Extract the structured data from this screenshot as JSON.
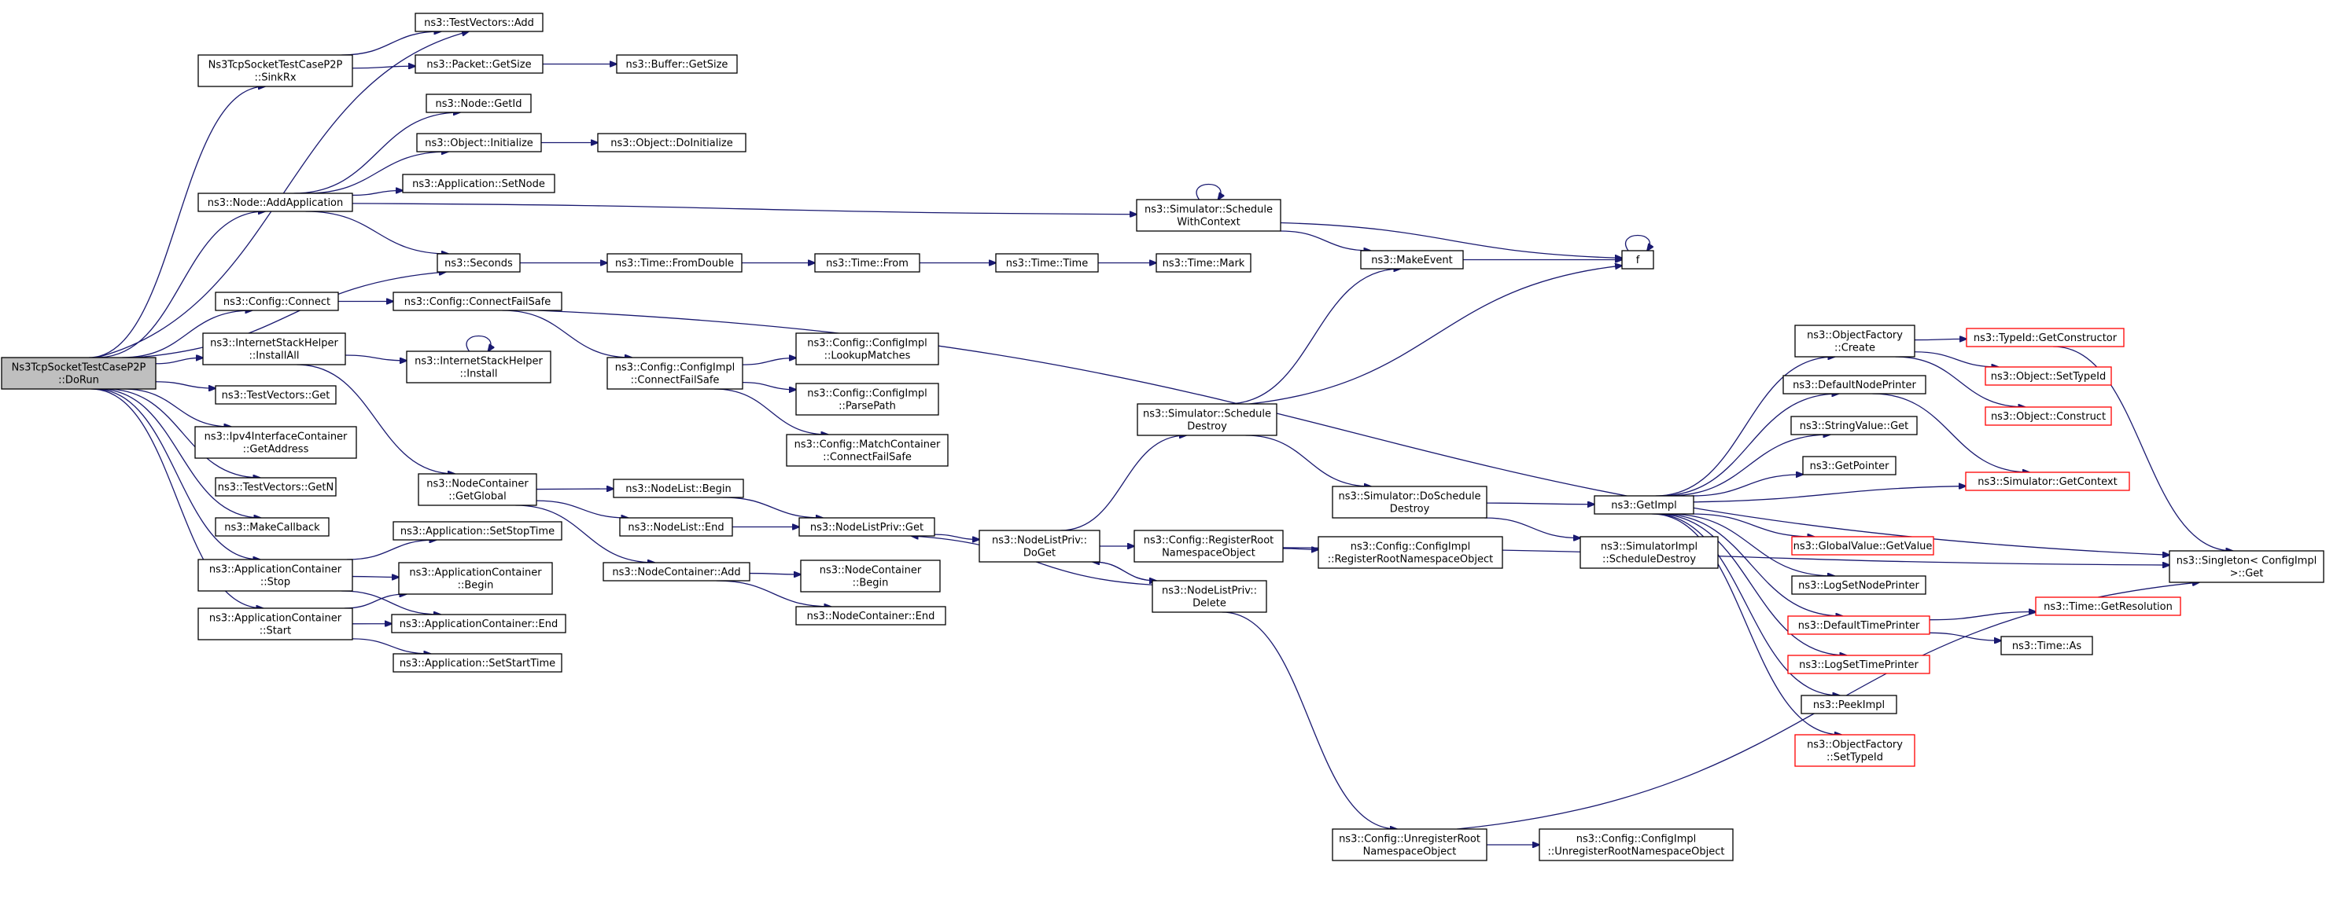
{
  "graph": {
    "title": "Ns3TcpSocketTestCaseP2P::DoRun call graph",
    "nodes": [
      {
        "id": "root",
        "lines": [
          "Ns3TcpSocketTestCaseP2P",
          "::DoRun"
        ],
        "style": "root"
      },
      {
        "id": "sinkrx",
        "lines": [
          "Ns3TcpSocketTestCaseP2P",
          "::SinkRx"
        ]
      },
      {
        "id": "tvadd",
        "lines": [
          "ns3::TestVectors::Add"
        ]
      },
      {
        "id": "pktsize",
        "lines": [
          "ns3::Packet::GetSize"
        ]
      },
      {
        "id": "bufsize",
        "lines": [
          "ns3::Buffer::GetSize"
        ]
      },
      {
        "id": "nodegetid",
        "lines": [
          "ns3::Node::GetId"
        ]
      },
      {
        "id": "objinit",
        "lines": [
          "ns3::Object::Initialize"
        ]
      },
      {
        "id": "objdoinit",
        "lines": [
          "ns3::Object::DoInitialize"
        ]
      },
      {
        "id": "nodeaddapp",
        "lines": [
          "ns3::Node::AddApplication"
        ]
      },
      {
        "id": "appsetnode",
        "lines": [
          "ns3::Application::SetNode"
        ]
      },
      {
        "id": "simschedctx",
        "lines": [
          "ns3::Simulator::Schedule",
          "WithContext"
        ]
      },
      {
        "id": "seconds",
        "lines": [
          "ns3::Seconds"
        ]
      },
      {
        "id": "timefromdouble",
        "lines": [
          "ns3::Time::FromDouble"
        ]
      },
      {
        "id": "timefrom",
        "lines": [
          "ns3::Time::From"
        ]
      },
      {
        "id": "timetime",
        "lines": [
          "ns3::Time::Time"
        ]
      },
      {
        "id": "timemark",
        "lines": [
          "ns3::Time::Mark"
        ]
      },
      {
        "id": "makeevent",
        "lines": [
          "ns3::MakeEvent"
        ]
      },
      {
        "id": "f",
        "lines": [
          "f"
        ]
      },
      {
        "id": "cfgconnect",
        "lines": [
          "ns3::Config::Connect"
        ]
      },
      {
        "id": "cfgconnectfs",
        "lines": [
          "ns3::Config::ConnectFailSafe"
        ]
      },
      {
        "id": "ishinstallall",
        "lines": [
          "ns3::InternetStackHelper",
          "::InstallAll"
        ]
      },
      {
        "id": "ishinstall",
        "lines": [
          "ns3::InternetStackHelper",
          "::Install"
        ]
      },
      {
        "id": "cfgimplconnectfs",
        "lines": [
          "ns3::Config::ConfigImpl",
          "::ConnectFailSafe"
        ]
      },
      {
        "id": "cfgimpllookup",
        "lines": [
          "ns3::Config::ConfigImpl",
          "::LookupMatches"
        ]
      },
      {
        "id": "cfgimplparse",
        "lines": [
          "ns3::Config::ConfigImpl",
          "::ParsePath"
        ]
      },
      {
        "id": "matchcontfs",
        "lines": [
          "ns3::Config::MatchContainer",
          "::ConnectFailSafe"
        ]
      },
      {
        "id": "tvget",
        "lines": [
          "ns3::TestVectors::Get"
        ]
      },
      {
        "id": "ipv4getaddr",
        "lines": [
          "ns3::Ipv4InterfaceContainer",
          "::GetAddress"
        ]
      },
      {
        "id": "tvgetn",
        "lines": [
          "ns3::TestVectors::GetN"
        ]
      },
      {
        "id": "makecallback",
        "lines": [
          "ns3::MakeCallback"
        ]
      },
      {
        "id": "nodecontglobal",
        "lines": [
          "ns3::NodeContainer",
          "::GetGlobal"
        ]
      },
      {
        "id": "nlbegin",
        "lines": [
          "ns3::NodeList::Begin"
        ]
      },
      {
        "id": "nlend",
        "lines": [
          "ns3::NodeList::End"
        ]
      },
      {
        "id": "nlprivget",
        "lines": [
          "ns3::NodeListPriv::Get"
        ]
      },
      {
        "id": "nlprivdoget",
        "lines": [
          "ns3::NodeListPriv::",
          "DoGet"
        ]
      },
      {
        "id": "simschedestroy",
        "lines": [
          "ns3::Simulator::Schedule",
          "Destroy"
        ]
      },
      {
        "id": "simdoschedestroy",
        "lines": [
          "ns3::Simulator::DoSchedule",
          "Destroy"
        ]
      },
      {
        "id": "cfgregroot",
        "lines": [
          "ns3::Config::RegisterRoot",
          "NamespaceObject"
        ]
      },
      {
        "id": "cfgimplregroot",
        "lines": [
          "ns3::Config::ConfigImpl",
          "::RegisterRootNamespaceObject"
        ]
      },
      {
        "id": "nlprivdelete",
        "lines": [
          "ns3::NodeListPriv::",
          "Delete"
        ]
      },
      {
        "id": "nodecontadd",
        "lines": [
          "ns3::NodeContainer::Add"
        ]
      },
      {
        "id": "nodecontbegin",
        "lines": [
          "ns3::NodeContainer",
          "::Begin"
        ]
      },
      {
        "id": "nodecontend",
        "lines": [
          "ns3::NodeContainer::End"
        ]
      },
      {
        "id": "appsetstop",
        "lines": [
          "ns3::Application::SetStopTime"
        ]
      },
      {
        "id": "appcontstop",
        "lines": [
          "ns3::ApplicationContainer",
          "::Stop"
        ]
      },
      {
        "id": "appcontbegin",
        "lines": [
          "ns3::ApplicationContainer",
          "::Begin"
        ]
      },
      {
        "id": "appcontend",
        "lines": [
          "ns3::ApplicationContainer::End"
        ]
      },
      {
        "id": "appcontstart",
        "lines": [
          "ns3::ApplicationContainer",
          "::Start"
        ]
      },
      {
        "id": "appsetstart",
        "lines": [
          "ns3::Application::SetStartTime"
        ]
      },
      {
        "id": "cfgunregroot",
        "lines": [
          "ns3::Config::UnregisterRoot",
          "NamespaceObject"
        ]
      },
      {
        "id": "cfgimplunregroot",
        "lines": [
          "ns3::Config::ConfigImpl",
          "::UnregisterRootNamespaceObject"
        ]
      },
      {
        "id": "simimplsched",
        "lines": [
          "ns3::SimulatorImpl",
          "::ScheduleDestroy"
        ]
      },
      {
        "id": "getimpl",
        "lines": [
          "ns3::GetImpl"
        ]
      },
      {
        "id": "objfactcreate",
        "lines": [
          "ns3::ObjectFactory",
          "::Create"
        ]
      },
      {
        "id": "typeidgetctor",
        "lines": [
          "ns3::TypeId::GetConstructor"
        ],
        "style": "red"
      },
      {
        "id": "objsettypeid",
        "lines": [
          "ns3::Object::SetTypeId"
        ],
        "style": "red"
      },
      {
        "id": "objconstruct",
        "lines": [
          "ns3::Object::Construct"
        ],
        "style": "red"
      },
      {
        "id": "defnodeprinter",
        "lines": [
          "ns3::DefaultNodePrinter"
        ]
      },
      {
        "id": "strvalget",
        "lines": [
          "ns3::StringValue::Get"
        ]
      },
      {
        "id": "getpointer",
        "lines": [
          "ns3::GetPointer"
        ]
      },
      {
        "id": "simgetctx",
        "lines": [
          "ns3::Simulator::GetContext"
        ],
        "style": "red"
      },
      {
        "id": "globalvalget",
        "lines": [
          "ns3::GlobalValue::GetValue"
        ],
        "style": "red"
      },
      {
        "id": "logsetnode",
        "lines": [
          "ns3::LogSetNodePrinter"
        ]
      },
      {
        "id": "deftimeprinter",
        "lines": [
          "ns3::DefaultTimePrinter"
        ],
        "style": "red"
      },
      {
        "id": "timegetres",
        "lines": [
          "ns3::Time::GetResolution"
        ],
        "style": "red"
      },
      {
        "id": "timeas",
        "lines": [
          "ns3::Time::As"
        ]
      },
      {
        "id": "logsettime",
        "lines": [
          "ns3::LogSetTimePrinter"
        ],
        "style": "red"
      },
      {
        "id": "peekimpl",
        "lines": [
          "ns3::PeekImpl"
        ]
      },
      {
        "id": "objfactsettypeid",
        "lines": [
          "ns3::ObjectFactory",
          "::SetTypeId"
        ],
        "style": "red"
      },
      {
        "id": "singletonget",
        "lines": [
          "ns3::Singleton< ConfigImpl",
          " >::Get"
        ]
      }
    ],
    "edges": [
      [
        "root",
        "sinkrx"
      ],
      [
        "root",
        "tvadd"
      ],
      [
        "root",
        "nodeaddapp"
      ],
      [
        "root",
        "seconds"
      ],
      [
        "root",
        "cfgconnect"
      ],
      [
        "root",
        "ishinstallall"
      ],
      [
        "root",
        "tvget"
      ],
      [
        "root",
        "ipv4getaddr"
      ],
      [
        "root",
        "tvgetn"
      ],
      [
        "root",
        "makecallback"
      ],
      [
        "root",
        "appcontstop"
      ],
      [
        "root",
        "appcontstart"
      ],
      [
        "sinkrx",
        "tvadd"
      ],
      [
        "sinkrx",
        "pktsize"
      ],
      [
        "pktsize",
        "bufsize"
      ],
      [
        "nodeaddapp",
        "nodegetid"
      ],
      [
        "nodeaddapp",
        "objinit"
      ],
      [
        "nodeaddapp",
        "appsetnode"
      ],
      [
        "nodeaddapp",
        "simschedctx"
      ],
      [
        "nodeaddapp",
        "seconds"
      ],
      [
        "objinit",
        "objdoinit"
      ],
      [
        "simschedctx",
        "simschedctx"
      ],
      [
        "simschedctx",
        "makeevent"
      ],
      [
        "simschedctx",
        "f"
      ],
      [
        "seconds",
        "timefromdouble"
      ],
      [
        "timefromdouble",
        "timefrom"
      ],
      [
        "timefrom",
        "timetime"
      ],
      [
        "timetime",
        "timemark"
      ],
      [
        "makeevent",
        "f"
      ],
      [
        "f",
        "f"
      ],
      [
        "cfgconnect",
        "cfgconnectfs"
      ],
      [
        "cfgconnectfs",
        "cfgimplconnectfs"
      ],
      [
        "cfgconnectfs",
        "singletonget"
      ],
      [
        "cfgimplconnectfs",
        "cfgimpllookup"
      ],
      [
        "cfgimplconnectfs",
        "cfgimplparse"
      ],
      [
        "cfgimplconnectfs",
        "matchcontfs"
      ],
      [
        "ishinstallall",
        "ishinstall"
      ],
      [
        "ishinstallall",
        "nodecontglobal"
      ],
      [
        "ishinstall",
        "ishinstall"
      ],
      [
        "nodecontglobal",
        "nlbegin"
      ],
      [
        "nodecontglobal",
        "nlend"
      ],
      [
        "nodecontglobal",
        "nodecontadd"
      ],
      [
        "nlbegin",
        "nlprivget"
      ],
      [
        "nlend",
        "nlprivget"
      ],
      [
        "nlprivget",
        "nlprivdoget"
      ],
      [
        "nlprivdoget",
        "simschedestroy"
      ],
      [
        "nlprivdoget",
        "cfgregroot"
      ],
      [
        "nlprivdoget",
        "nlprivdelete"
      ],
      [
        "nlprivdelete",
        "nlprivdoget"
      ],
      [
        "nlprivdelete",
        "nlprivget"
      ],
      [
        "nlprivdelete",
        "cfgunregroot"
      ],
      [
        "simschedestroy",
        "makeevent"
      ],
      [
        "simschedestroy",
        "f"
      ],
      [
        "simschedestroy",
        "simdoschedestroy"
      ],
      [
        "simdoschedestroy",
        "getimpl"
      ],
      [
        "simdoschedestroy",
        "simimplsched"
      ],
      [
        "cfgregroot",
        "cfgimplregroot"
      ],
      [
        "cfgregroot",
        "singletonget"
      ],
      [
        "cfgunregroot",
        "cfgimplunregroot"
      ],
      [
        "cfgunregroot",
        "singletonget"
      ],
      [
        "nodecontadd",
        "nodecontbegin"
      ],
      [
        "nodecontadd",
        "nodecontend"
      ],
      [
        "appcontstop",
        "appsetstop"
      ],
      [
        "appcontstop",
        "appcontbegin"
      ],
      [
        "appcontstop",
        "appcontend"
      ],
      [
        "appcontstart",
        "appcontbegin"
      ],
      [
        "appcontstart",
        "appcontend"
      ],
      [
        "appcontstart",
        "appsetstart"
      ],
      [
        "getimpl",
        "objfactcreate"
      ],
      [
        "getimpl",
        "defnodeprinter"
      ],
      [
        "getimpl",
        "strvalget"
      ],
      [
        "getimpl",
        "getpointer"
      ],
      [
        "getimpl",
        "simgetctx"
      ],
      [
        "getimpl",
        "globalvalget"
      ],
      [
        "getimpl",
        "logsetnode"
      ],
      [
        "getimpl",
        "deftimeprinter"
      ],
      [
        "getimpl",
        "logsettime"
      ],
      [
        "getimpl",
        "peekimpl"
      ],
      [
        "getimpl",
        "objfactsettypeid"
      ],
      [
        "objfactcreate",
        "typeidgetctor"
      ],
      [
        "objfactcreate",
        "objsettypeid"
      ],
      [
        "objfactcreate",
        "objconstruct"
      ],
      [
        "defnodeprinter",
        "simgetctx"
      ],
      [
        "typeidgetctor",
        "singletonget"
      ],
      [
        "deftimeprinter",
        "timegetres"
      ],
      [
        "deftimeprinter",
        "timeas"
      ]
    ]
  },
  "colors": {
    "edge": "#191970",
    "root_fill": "#bfbfbf",
    "node_border": "#000000",
    "red_border": "#ff0000"
  }
}
